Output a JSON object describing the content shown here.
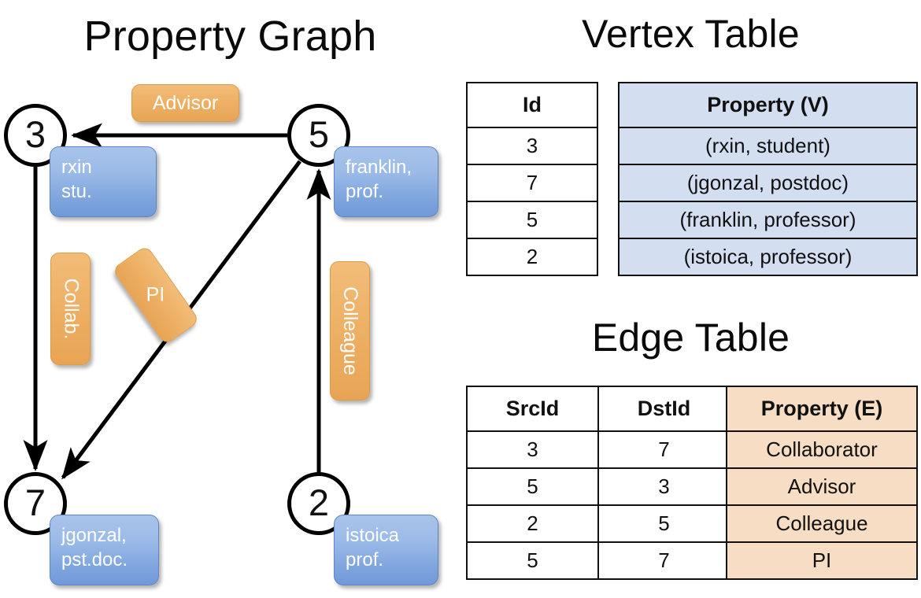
{
  "titles": {
    "graph": "Property Graph",
    "vertex_table": "Vertex Table",
    "edge_table": "Edge Table"
  },
  "graph": {
    "nodes": [
      {
        "id": "3",
        "property_label": "rxin\nstu.",
        "line1": "rxin",
        "line2": "stu."
      },
      {
        "id": "5",
        "property_label": "franklin,\nprof.",
        "line1": "franklin,",
        "line2": "prof."
      },
      {
        "id": "7",
        "property_label": "jgonzal,\npst.doc.",
        "line1": "jgonzal,",
        "line2": "pst.doc."
      },
      {
        "id": "2",
        "property_label": "istoica\nprof.",
        "line1": "istoica",
        "line2": "prof."
      }
    ],
    "edges": [
      {
        "label": "Advisor",
        "from": "5",
        "to": "3",
        "orientation": "horizontal"
      },
      {
        "label": "Collab.",
        "from": "3",
        "to": "7",
        "orientation": "vertical"
      },
      {
        "label": "PI",
        "from": "5",
        "to": "7",
        "orientation": "diagonal"
      },
      {
        "label": "Colleague",
        "from": "2",
        "to": "5",
        "orientation": "vertical"
      }
    ]
  },
  "vertex_table": {
    "headers": [
      "Id",
      "Property (V)"
    ],
    "rows": [
      {
        "id": "3",
        "property": "(rxin, student)"
      },
      {
        "id": "7",
        "property": "(jgonzal, postdoc)"
      },
      {
        "id": "5",
        "property": "(franklin, professor)"
      },
      {
        "id": "2",
        "property": "(istoica, professor)"
      }
    ]
  },
  "edge_table": {
    "headers": [
      "SrcId",
      "DstId",
      "Property (E)"
    ],
    "rows": [
      {
        "src": "3",
        "dst": "7",
        "property": "Collaborator"
      },
      {
        "src": "5",
        "dst": "3",
        "property": "Advisor"
      },
      {
        "src": "2",
        "dst": "5",
        "property": "Colleague"
      },
      {
        "src": "5",
        "dst": "7",
        "property": "PI"
      }
    ]
  },
  "colors": {
    "vertex_property_cell": "#d3dff1",
    "edge_property_cell": "#f6ddc4",
    "node_badge_blue": "#7fa5de",
    "edge_badge_orange": "#eeb166",
    "border": "#101010",
    "background": "#ffffff"
  }
}
